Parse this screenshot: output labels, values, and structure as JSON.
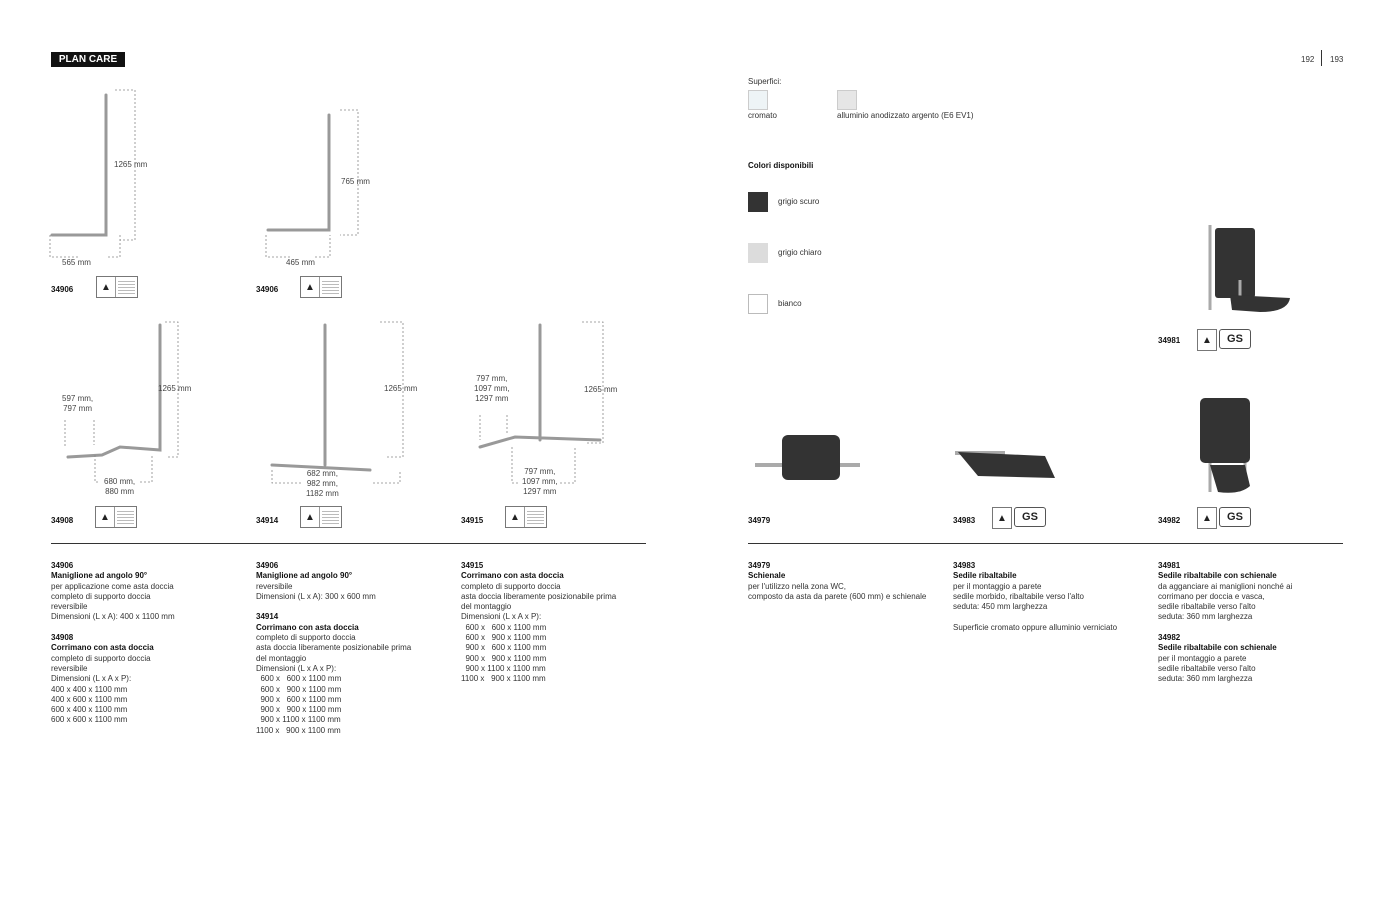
{
  "header": {
    "brand": "PLAN CARE",
    "page_left": "192",
    "page_right": "193"
  },
  "products_top": [
    {
      "code": "34906",
      "dims": [
        "1265 mm",
        "565 mm"
      ]
    },
    {
      "code": "34906",
      "dims": [
        "765 mm",
        "465 mm"
      ]
    },
    {
      "code": "34908",
      "dims": [
        "1265 mm",
        "597 mm,\n797 mm",
        "680 mm,\n880 mm"
      ]
    },
    {
      "code": "34914",
      "dims": [
        "1265 mm",
        "682 mm,\n982 mm,\n1182 mm"
      ]
    },
    {
      "code": "34915",
      "dims": [
        "1265 mm",
        "797 mm,\n1097 mm,\n1297 mm",
        "797 mm,\n1097 mm,\n1297 mm"
      ]
    }
  ],
  "surfaces": {
    "label": "Superfici:",
    "items": [
      {
        "name": "cromato",
        "color": "#eef4f6"
      },
      {
        "name": "alluminio anodizzato argento (E6 EV1)",
        "color": "#e6e6e6"
      }
    ]
  },
  "colors": {
    "title": "Colori disponibili",
    "items": [
      {
        "name": "grigio scuro",
        "color": "#333333"
      },
      {
        "name": "grigio chiaro",
        "color": "#dcdcdc"
      },
      {
        "name": "bianco",
        "color": "#ffffff"
      }
    ]
  },
  "products_right": [
    {
      "code": "34981"
    },
    {
      "code": "34979"
    },
    {
      "code": "34983"
    },
    {
      "code": "34982"
    }
  ],
  "descriptions_left": [
    [
      {
        "code": "34906",
        "title": "Maniglione ad angolo 90°",
        "lines": [
          "per applicazione come asta doccia",
          "completo di supporto doccia",
          "reversibile",
          "Dimensioni (L x A): 400 x 1100 mm"
        ]
      },
      {
        "code": "34908",
        "title": "Corrimano con asta doccia",
        "lines": [
          "completo di supporto doccia",
          "reversibile",
          "Dimensioni (L x A x P):",
          "400 x 400 x 1100 mm",
          "400 x 600 x 1100 mm",
          "600 x 400 x 1100 mm",
          "600 x 600 x 1100 mm"
        ]
      }
    ],
    [
      {
        "code": "34906",
        "title": "Maniglione ad angolo 90°",
        "lines": [
          "reversibile",
          "Dimensioni (L x A): 300 x 600 mm"
        ]
      },
      {
        "code": "34914",
        "title": "Corrimano con asta doccia",
        "lines": [
          "completo di supporto doccia",
          "asta doccia liberamente posizionabile prima",
          "del montaggio",
          "Dimensioni (L x A x P):",
          "  600 x   600 x 1100 mm",
          "  600 x   900 x 1100 mm",
          "  900 x   600 x 1100 mm",
          "  900 x   900 x 1100 mm",
          "  900 x 1100 x 1100 mm",
          "1100 x   900 x 1100 mm"
        ]
      }
    ],
    [
      {
        "code": "34915",
        "title": "Corrimano con asta doccia",
        "lines": [
          "completo di supporto doccia",
          "asta doccia liberamente posizionabile prima",
          "del montaggio",
          "Dimensioni (L x A x P):",
          "  600 x   600 x 1100 mm",
          "  600 x   900 x 1100 mm",
          "  900 x   600 x 1100 mm",
          "  900 x   900 x 1100 mm",
          "  900 x 1100 x 1100 mm",
          "1100 x   900 x 1100 mm"
        ]
      }
    ]
  ],
  "descriptions_right": [
    [
      {
        "code": "34979",
        "title": "Schienale",
        "lines": [
          "per l'utilizzo nella zona WC,",
          "composto da asta da parete (600 mm) e schienale"
        ]
      }
    ],
    [
      {
        "code": "34983",
        "title": "Sedile ribaltabile",
        "lines": [
          "per il montaggio a parete",
          "sedile morbido, ribaltabile verso l'alto",
          "seduta: 450 mm larghezza",
          "",
          "Superficie cromato oppure alluminio verniciato"
        ]
      }
    ],
    [
      {
        "code": "34981",
        "title": "Sedile ribaltabile con schienale",
        "lines": [
          "da agganciare ai maniglioni nonché ai",
          "corrimano per doccia e vasca,",
          "sedile ribaltabile verso l'alto",
          "seduta: 360 mm larghezza"
        ]
      },
      {
        "code": "34982",
        "title": "Sedile ribaltabile con schienale",
        "lines": [
          "per il montaggio a parete",
          "sedile ribaltabile verso l'alto",
          "seduta: 360 mm larghezza"
        ]
      }
    ]
  ]
}
